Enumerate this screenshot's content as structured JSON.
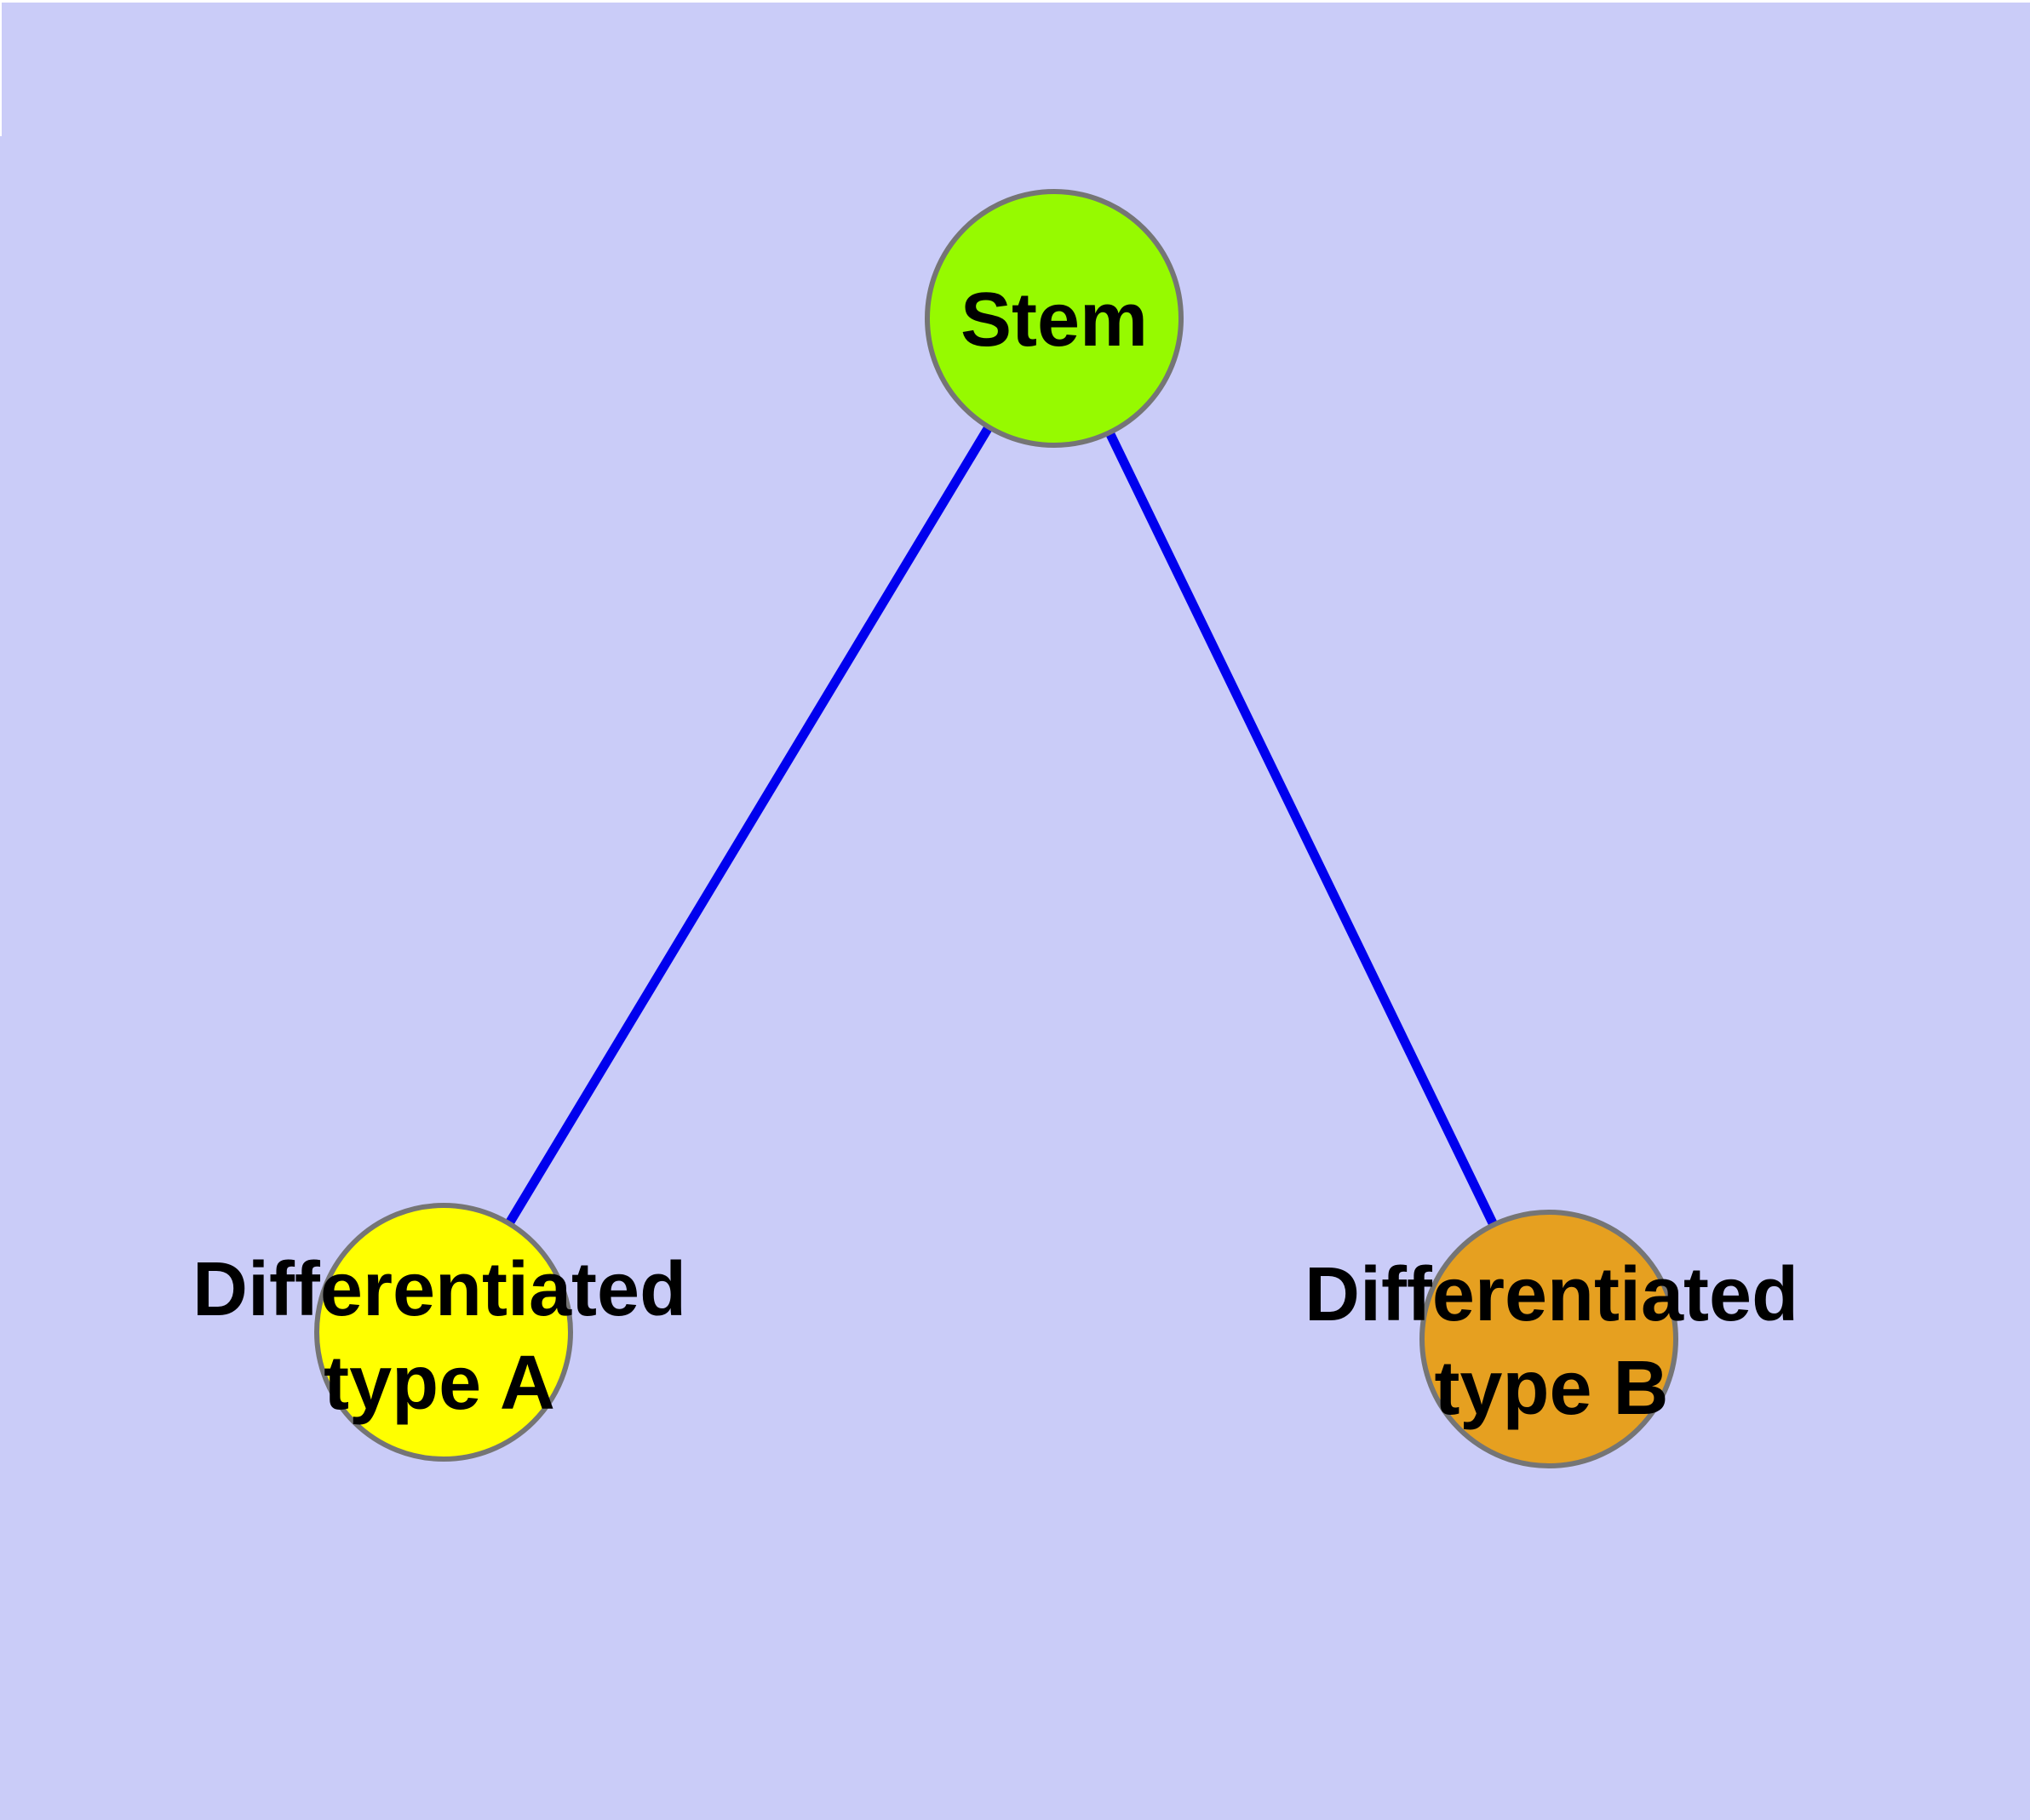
{
  "window": {
    "frame_color": "#FFFFFF",
    "canvas_color": "#CACCF8"
  },
  "diagram": {
    "edge_color": "#0000EE",
    "node_border_color": "#757575",
    "label_color": "#000000",
    "nodes": [
      {
        "id": "stem",
        "label_lines": [
          "Stem"
        ],
        "fill_color": "#96FA00"
      },
      {
        "id": "differentiated-type-a",
        "label_lines": [
          "Differentiated",
          "type A"
        ],
        "fill_color": "#FFFF00"
      },
      {
        "id": "differentiated-type-b",
        "label_lines": [
          "Differentiated",
          "type B"
        ],
        "fill_color": "#E6A020"
      }
    ],
    "edges": [
      {
        "from": "Stem",
        "to": "Differentiated type A"
      },
      {
        "from": "Stem",
        "to": "Differentiated type B"
      }
    ]
  }
}
